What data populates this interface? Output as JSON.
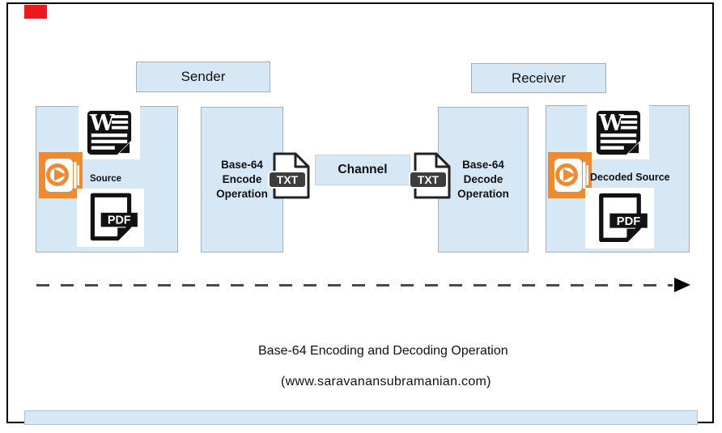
{
  "diagram": {
    "title": "Base-64 Encoding and Decoding Operation",
    "website": "(www.saravanansubramanian.com)",
    "sender": {
      "label": "Sender"
    },
    "receiver": {
      "label": "Receiver"
    },
    "source_box": {
      "label": "Source"
    },
    "decoded_box": {
      "label": "Decoded Source"
    },
    "encode_box": {
      "label": "Base-64\nEncode\nOperation"
    },
    "decode_box": {
      "label": "Base-64\nDecode\nOperation"
    },
    "channel_box": {
      "label": "Channel"
    },
    "icons": {
      "word": "W",
      "txt": "TXT",
      "pdf": "PDF"
    },
    "colors": {
      "box_fill": "#d6e8f6",
      "box_border": "#a2aeb8",
      "orange": "#ee8a31",
      "red_marker": "#e8191f",
      "line": "#4a4a4a",
      "icon_black": "#111111"
    }
  }
}
